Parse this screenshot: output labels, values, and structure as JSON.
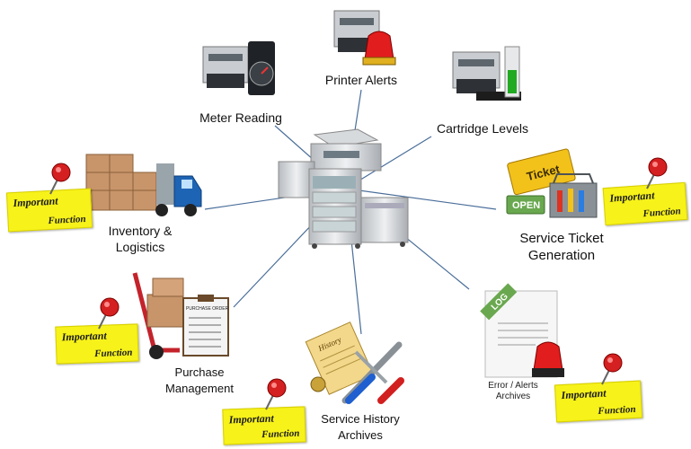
{
  "center": {
    "icon": "copier-icon"
  },
  "nodes": {
    "meter_reading": {
      "label": "Meter Reading",
      "icon": "meter-printer-icon"
    },
    "printer_alerts": {
      "label": "Printer Alerts",
      "icon": "alert-printer-icon"
    },
    "cartridge_levels": {
      "label": "Cartridge Levels",
      "icon": "cartridge-printer-icon"
    },
    "inventory": {
      "label_line1": "Inventory  &",
      "label_line2": "Logistics",
      "icon": "delivery-truck-icon"
    },
    "service_ticket": {
      "label_line1": "Service Ticket",
      "label_line2": "Generation",
      "icon": "ticket-toolbox-icon",
      "ticket_text": "Ticket",
      "open_text": "OPEN"
    },
    "purchase": {
      "label_line1": "Purchase",
      "label_line2": "Management",
      "icon": "hand-truck-clipboard-icon",
      "clipboard_text": "PURCHASE ORDER"
    },
    "service_history": {
      "label_line1": "Service  History",
      "label_line2": "Archives",
      "icon": "history-scroll-tools-icon",
      "scroll_text": "History"
    },
    "error_archives": {
      "label_line1": "Error / Alerts",
      "label_line2": "Archives",
      "icon": "log-document-alarm-icon",
      "log_text": "LOG"
    }
  },
  "notes": {
    "line1": "Important",
    "line2": "Function"
  },
  "colors": {
    "connector": "#4a6e9a",
    "note_fill": "#f7f21a",
    "pin": "#d42020"
  }
}
